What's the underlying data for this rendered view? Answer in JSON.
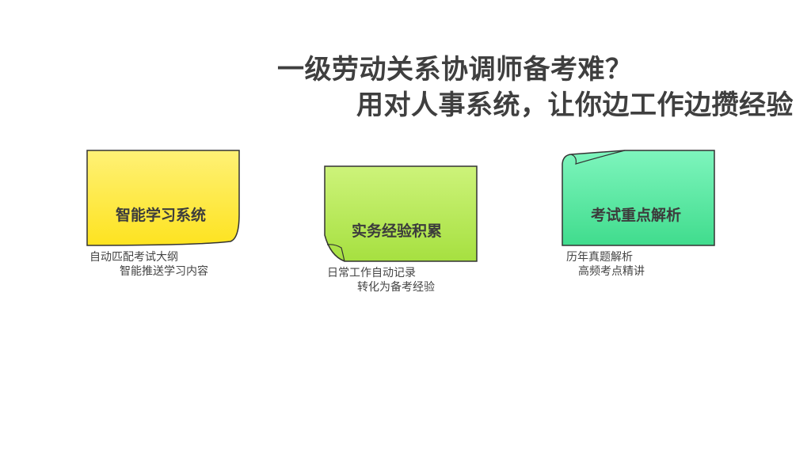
{
  "slide": {
    "title_line1": "一级劳动关系协调师备考难？",
    "title_line2": "用对人事系统，让你边工作边攒经验"
  },
  "cards": [
    {
      "label": "智能学习系统",
      "desc_line1": "自动匹配考试大纲",
      "desc_line2": "智能推送学习内容",
      "color_top": "#fff176",
      "color_bottom": "#fde320"
    },
    {
      "label": "实务经验积累",
      "desc_line1": "日常工作自动记录",
      "desc_line2": "转化为备考经验",
      "color_top": "#cdf37a",
      "color_bottom": "#a6e040"
    },
    {
      "label": "考试重点解析",
      "desc_line1": "历年真题解析",
      "desc_line2": "高频考点精讲",
      "color_top": "#7ef5bd",
      "color_bottom": "#40dc8d"
    }
  ],
  "colors": {
    "title": "#3f3f3f",
    "outline": "#333333"
  }
}
